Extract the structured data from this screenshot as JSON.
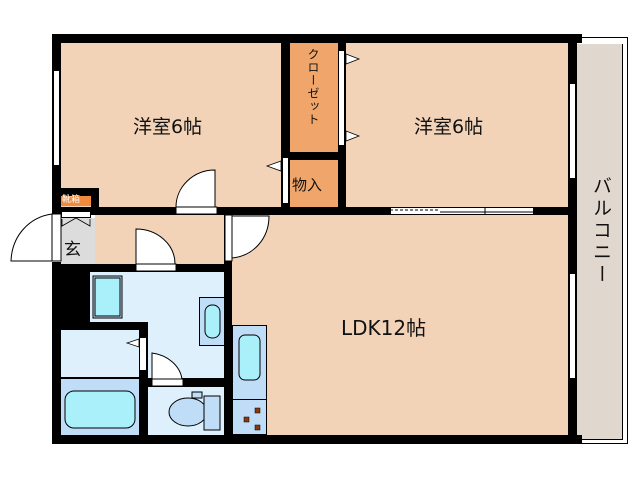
{
  "floorplan": {
    "rooms": {
      "western_room_left": {
        "label": "洋室6帖"
      },
      "western_room_right": {
        "label": "洋室6帖"
      },
      "closet": {
        "label": "クローゼット"
      },
      "storage": {
        "label": "物入"
      },
      "shoe_box": {
        "label": "靴箱"
      },
      "entrance": {
        "label": "玄"
      },
      "ldk": {
        "label": "LDK12帖"
      },
      "balcony": {
        "label": "バルコニー"
      }
    },
    "colors": {
      "room_floor": "#f2d3b8",
      "closet": "#f0a66b",
      "shoe_box": "#f08a3c",
      "wet_area": "#ddf0fc",
      "fixture": "#c0ddf8",
      "fixture_inner": "#aaf0fa",
      "entrance": "#dcdcdc",
      "balcony": "#e0d8cf",
      "wall": "#000000"
    }
  }
}
